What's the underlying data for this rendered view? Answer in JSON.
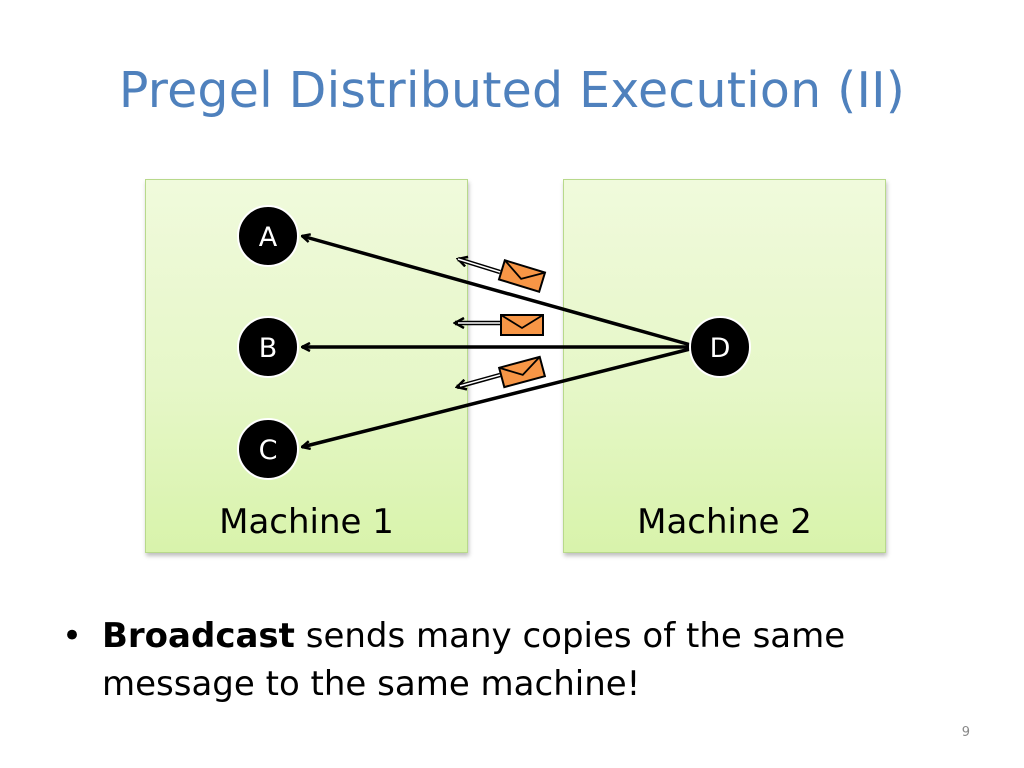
{
  "slide": {
    "title": "Pregel Distributed Execution (II)",
    "page_number": "9"
  },
  "machines": [
    {
      "label": "Machine 1"
    },
    {
      "label": "Machine 2"
    }
  ],
  "nodes": {
    "A": "A",
    "B": "B",
    "C": "C",
    "D": "D"
  },
  "edges": [
    {
      "from": "D",
      "to": "A"
    },
    {
      "from": "D",
      "to": "B"
    },
    {
      "from": "D",
      "to": "C"
    }
  ],
  "messages": {
    "count": 3,
    "icon": "envelope-icon",
    "color": "#f79646"
  },
  "bullet": {
    "bold": "Broadcast",
    "text": " sends many copies of the same message to the same machine!"
  },
  "colors": {
    "title": "#4f81bd",
    "machine_fill": "#e6f7c8",
    "node_fill": "#000000",
    "envelope": "#f79646"
  }
}
